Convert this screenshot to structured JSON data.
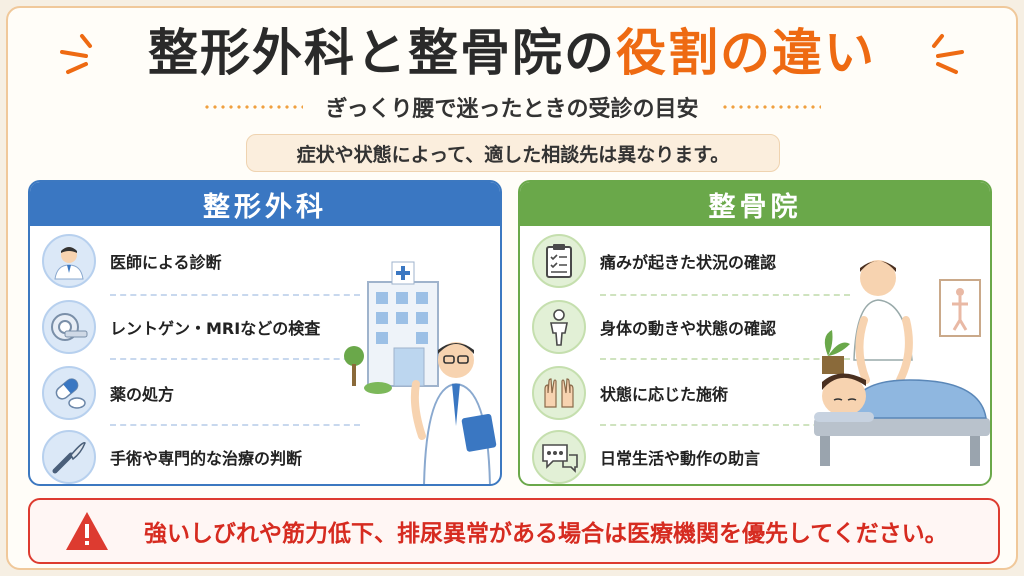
{
  "header": {
    "title_main": "整形外科と整骨院の",
    "title_accent": "役割の違い",
    "subtitle": "ぎっくり腰で迷ったときの受診の目安",
    "note": "症状や状態によって、適した相談先は異なります。"
  },
  "orthopedics": {
    "title": "整形外科",
    "items": [
      {
        "label": "医師による診断",
        "icon": "doctor-icon"
      },
      {
        "label": "レントゲン・MRIなどの検査",
        "icon": "mri-scanner-icon"
      },
      {
        "label": "薬の処方",
        "icon": "capsule-pill-icon"
      },
      {
        "label": "手術や専門的な治療の判断",
        "icon": "scalpel-icon"
      }
    ]
  },
  "bonesetter": {
    "title": "整骨院",
    "items": [
      {
        "label": "痛みが起きた状況の確認",
        "icon": "clipboard-icon"
      },
      {
        "label": "身体の動きや状態の確認",
        "icon": "body-figure-icon"
      },
      {
        "label": "状態に応じた施術",
        "icon": "hands-icon"
      },
      {
        "label": "日常生活や動作の助言",
        "icon": "speech-bubble-icon"
      }
    ]
  },
  "warning": {
    "text": "強いしびれや筋力低下、排尿異常がある場合は医療機関を優先してください。",
    "icon": "warning-triangle-icon"
  },
  "colors": {
    "accent": "#ee6a12",
    "blue": "#3a77c2",
    "green": "#6aa84a",
    "warning": "#d62b20"
  }
}
